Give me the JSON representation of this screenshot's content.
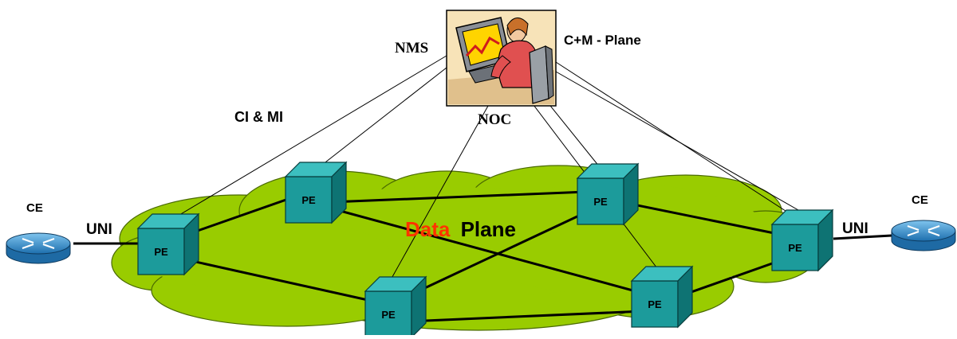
{
  "labels": {
    "nms": "NMS",
    "cm_plane": "C+M - Plane",
    "noc": "NOC",
    "ci_mi": "CI & MI",
    "data_word": "Data",
    "plane_word": "Plane",
    "uni_left": "UNI",
    "uni_right": "UNI",
    "ce_left": "CE",
    "ce_right": "CE",
    "pe": "PE"
  },
  "colors": {
    "cloud": "#99cc00",
    "pe_front": "#1c9b9b",
    "pe_top": "#3cbfbf",
    "pe_side": "#0e7373",
    "router": "#2f8fd0",
    "data_word": "#ff3300",
    "link": "#000000"
  },
  "icons": [
    "noc-workstation-icon",
    "ce-router-icon"
  ]
}
